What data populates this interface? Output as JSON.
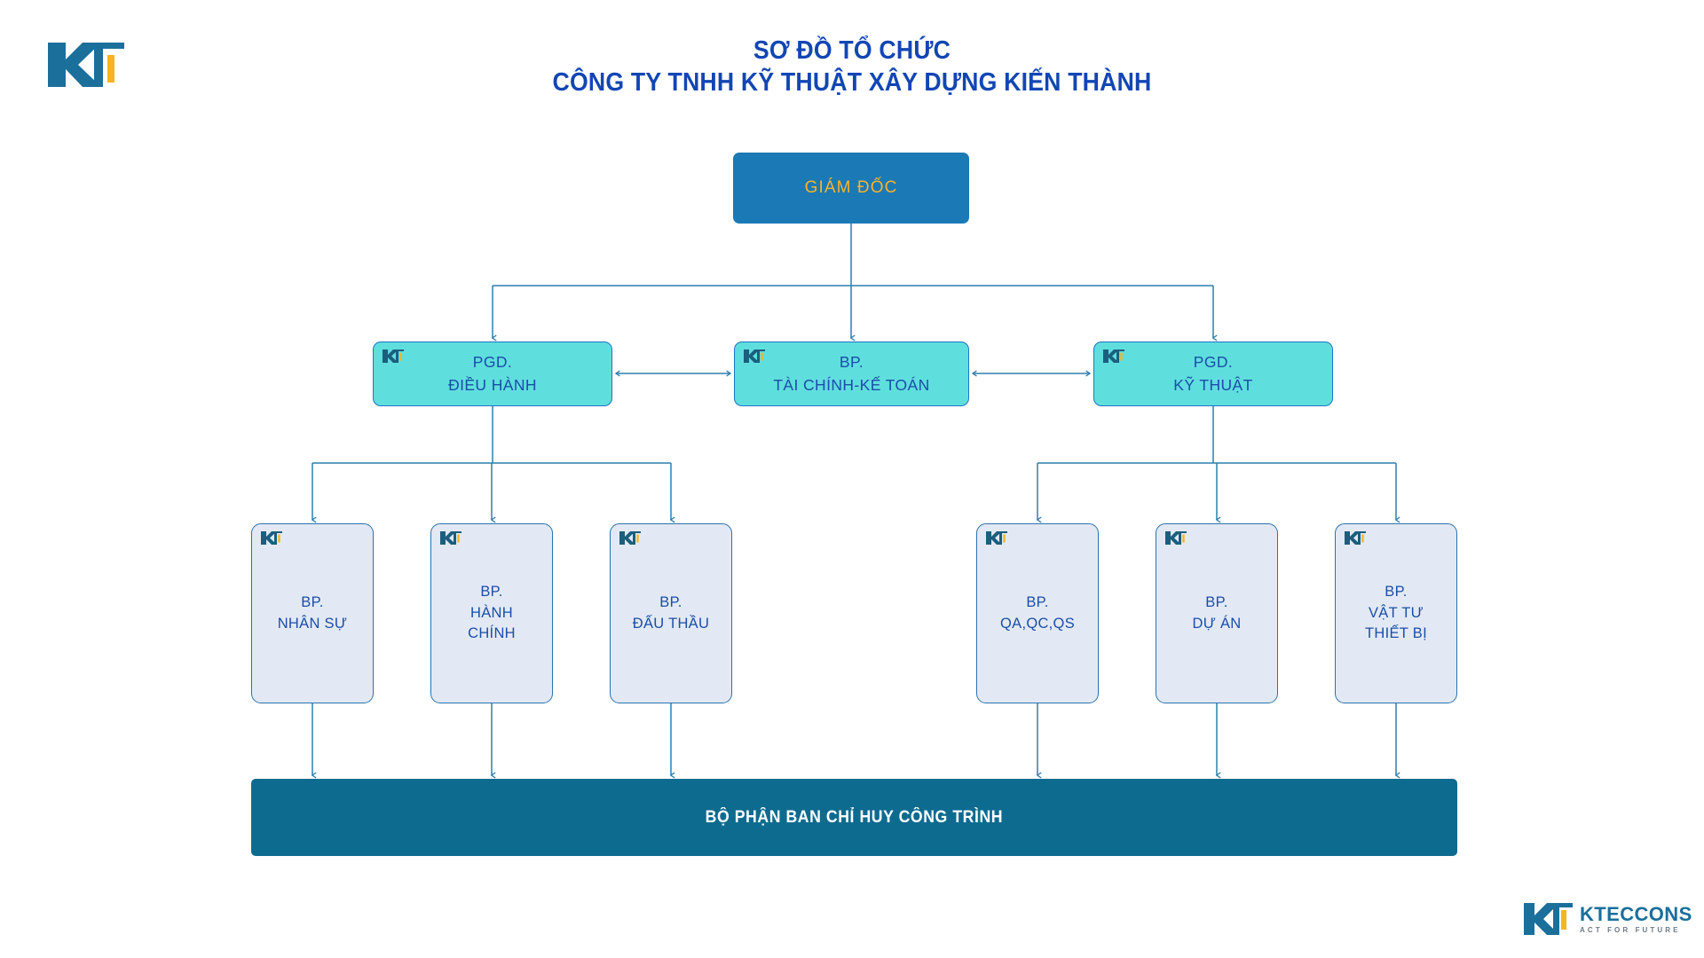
{
  "document": {
    "title_line_1": "SƠ ĐỒ TỔ CHỨC",
    "title_line_2": "CÔNG TY TNHH KỸ THUẬT XÂY DỰNG KIẾN THÀNH"
  },
  "brand": {
    "header_logo_name": "kt-monogram-logo",
    "footer_logo_name": "KTECCONS",
    "footer_logo_tagline": "ACT FOR FUTURE"
  },
  "colors": {
    "title_blue": "#1246b4",
    "director_box": "#1b79b5",
    "director_text": "#f7b32b",
    "level2_box": "#5fdede",
    "level2_border": "#1e74c4",
    "level3_box": "#e3e9f4",
    "level3_border": "#2a72ad",
    "node_text_blue": "#1a4ea8",
    "bottom_bar": "#0e6b90",
    "bottom_bar_text": "#ffffff",
    "connector": "#2c7fae",
    "logo_teal": "#1b6f9b",
    "logo_yellow": "#f5b521"
  },
  "chart_data": {
    "type": "diagram",
    "title": "SƠ ĐỒ TỔ CHỨC CÔNG TY TNHH KỸ THUẬT XÂY DỰNG KIẾN THÀNH",
    "nodes": [
      {
        "id": "director",
        "label": "GIÁM ĐỐC",
        "level": 1
      },
      {
        "id": "pgd_dieu_hanh",
        "label": "PGD.\nĐIỀU HÀNH",
        "level": 2
      },
      {
        "id": "bp_tai_chinh",
        "label": "BP.\nTÀI CHÍNH-KẾ TOÁN",
        "level": 2
      },
      {
        "id": "pgd_ky_thuat",
        "label": "PGD.\nKỸ THUẬT",
        "level": 2
      },
      {
        "id": "bp_nhan_su",
        "label": "BP.\nNHÂN SỰ",
        "level": 3
      },
      {
        "id": "bp_hanh_chinh",
        "label": "BP.\nHÀNH\nCHÍNH",
        "level": 3
      },
      {
        "id": "bp_dau_thau",
        "label": "BP.\nĐẤU THẦU",
        "level": 3
      },
      {
        "id": "bp_qa_qc_qs",
        "label": "BP.\nQA,QC,QS",
        "level": 3
      },
      {
        "id": "bp_du_an",
        "label": "BP.\nDỰ ÁN",
        "level": 3
      },
      {
        "id": "bp_vat_tu",
        "label": "BP.\nVẬT TƯ\nTHIẾT BỊ",
        "level": 3
      },
      {
        "id": "ban_chi_huy",
        "label": "BỘ PHẬN BAN CHỈ HUY CÔNG TRÌNH",
        "level": 4
      }
    ],
    "edges": [
      {
        "from": "director",
        "to": "pgd_dieu_hanh",
        "style": "arrow"
      },
      {
        "from": "director",
        "to": "bp_tai_chinh",
        "style": "arrow"
      },
      {
        "from": "director",
        "to": "pgd_ky_thuat",
        "style": "arrow"
      },
      {
        "from": "pgd_dieu_hanh",
        "to": "bp_tai_chinh",
        "style": "double-arrow-horizontal"
      },
      {
        "from": "bp_tai_chinh",
        "to": "pgd_ky_thuat",
        "style": "double-arrow-horizontal"
      },
      {
        "from": "pgd_dieu_hanh",
        "to": "bp_nhan_su",
        "style": "arrow"
      },
      {
        "from": "pgd_dieu_hanh",
        "to": "bp_hanh_chinh",
        "style": "arrow"
      },
      {
        "from": "pgd_dieu_hanh",
        "to": "bp_dau_thau",
        "style": "arrow"
      },
      {
        "from": "pgd_ky_thuat",
        "to": "bp_qa_qc_qs",
        "style": "arrow"
      },
      {
        "from": "pgd_ky_thuat",
        "to": "bp_du_an",
        "style": "arrow"
      },
      {
        "from": "pgd_ky_thuat",
        "to": "bp_vat_tu",
        "style": "arrow"
      },
      {
        "from": "bp_nhan_su",
        "to": "ban_chi_huy",
        "style": "arrow"
      },
      {
        "from": "bp_hanh_chinh",
        "to": "ban_chi_huy",
        "style": "arrow"
      },
      {
        "from": "bp_dau_thau",
        "to": "ban_chi_huy",
        "style": "arrow"
      },
      {
        "from": "bp_qa_qc_qs",
        "to": "ban_chi_huy",
        "style": "arrow"
      },
      {
        "from": "bp_du_an",
        "to": "ban_chi_huy",
        "style": "arrow"
      },
      {
        "from": "bp_vat_tu",
        "to": "ban_chi_huy",
        "style": "arrow"
      }
    ]
  }
}
